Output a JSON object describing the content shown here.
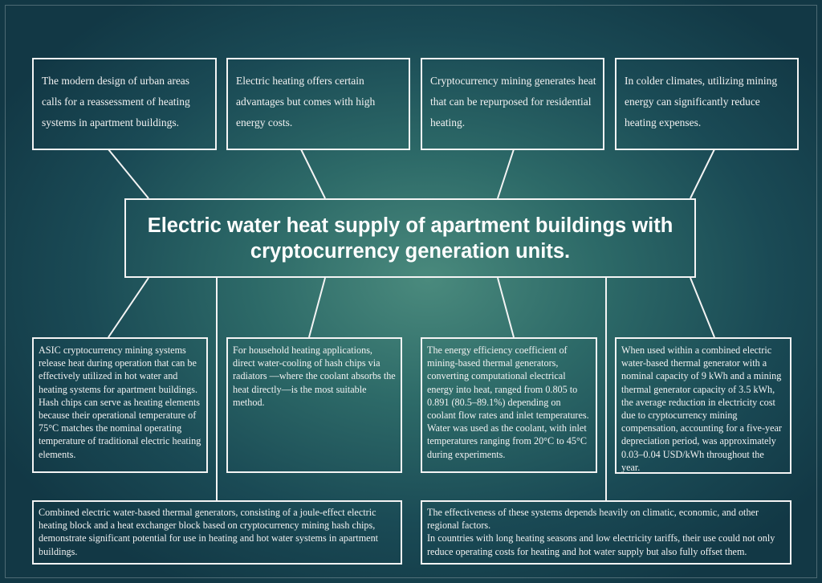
{
  "title": "Electric water heat supply of apartment buildings with cryptocurrency generation units.",
  "top_boxes": [
    "The modern design of urban areas calls for a reassessment of heating systems in apartment buildings.",
    "Electric heating offers certain advantages  but comes with high energy costs.",
    "Cryptocurrency mining generates heat that can be repurposed for residential heating.",
    "In colder climates, utilizing mining energy can significantly reduce heating expenses."
  ],
  "middle_boxes": [
    "ASIC cryptocurrency mining systems release heat during operation that can be effectively utilized in hot water and heating systems for apartment buildings. Hash chips can serve as heating elements because their operational temperature of 75°C matches the nominal operating temperature of traditional electric heating elements.",
    "For household heating applications, direct water-cooling of hash chips via radiators —where the coolant absorbs the heat directly—is the most suitable method.",
    "The energy efficiency coefficient of mining-based thermal generators, converting computational electrical energy into heat, ranged from 0.805 to 0.891 (80.5–89.1%) depending on coolant flow rates and inlet temperatures.\nWater was used as the coolant, with inlet temperatures ranging from 20°C to 45°C during experiments.",
    "When used within a combined electric water-based thermal generator with a nominal capacity of 9 kWh and a mining thermal generator capacity of 3.5 kWh, the average reduction in electricity cost due to cryptocurrency mining compensation, accounting for a five-year depreciation period, was approximately 0.03–0.04 USD/kWh throughout the year."
  ],
  "bottom_boxes": [
    "Combined electric water-based thermal generators, consisting of a joule-effect electric heating block and a heat exchanger block based on cryptocurrency mining hash chips, demonstrate significant potential for use in heating and hot water systems in apartment buildings.",
    "The effectiveness of these systems depends heavily on climatic, economic, and other regional factors.\nIn countries with long heating seasons and low electricity tariffs, their use could not only reduce operating costs for heating and hot water supply but also fully offset them."
  ]
}
